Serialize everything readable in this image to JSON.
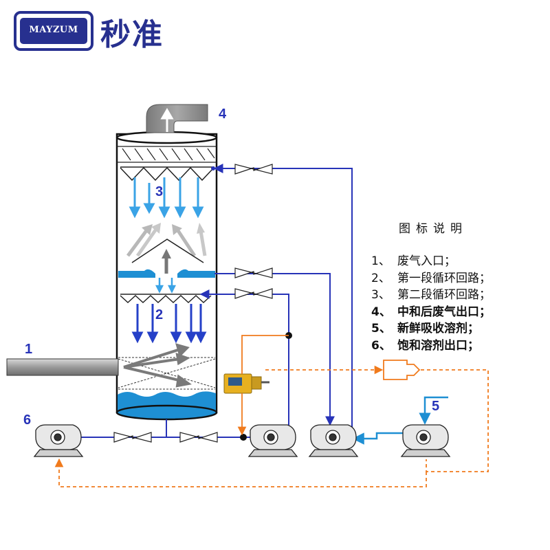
{
  "brand": {
    "logo_text": "MAYZUM",
    "name": "秒准",
    "color": "#27308f"
  },
  "colors": {
    "liquid": "#1e8fd3",
    "pipe_blue": "#2733b8",
    "signal": "#f07a1c",
    "down_arrow_light": "#3aa3e6",
    "down_arrow_dark": "#2540c8"
  },
  "labels": {
    "inlet": "1",
    "loop1": "2",
    "loop2": "3",
    "outlet": "4",
    "fresh": "5",
    "saturated": "6"
  },
  "legend": {
    "title": "图标说明",
    "items": [
      {
        "num": "1、",
        "text": "废气入口；",
        "bold": false
      },
      {
        "num": "2、",
        "text": "第一段循环回路；",
        "bold": false
      },
      {
        "num": "3、",
        "text": "第二段循环回路；",
        "bold": false
      },
      {
        "num": "4、",
        "text": "中和后废气出口；",
        "bold": true
      },
      {
        "num": "5、",
        "text": "新鲜吸收溶剂；",
        "bold": true
      },
      {
        "num": "6、",
        "text": "饱和溶剂出口；",
        "bold": true
      }
    ]
  }
}
